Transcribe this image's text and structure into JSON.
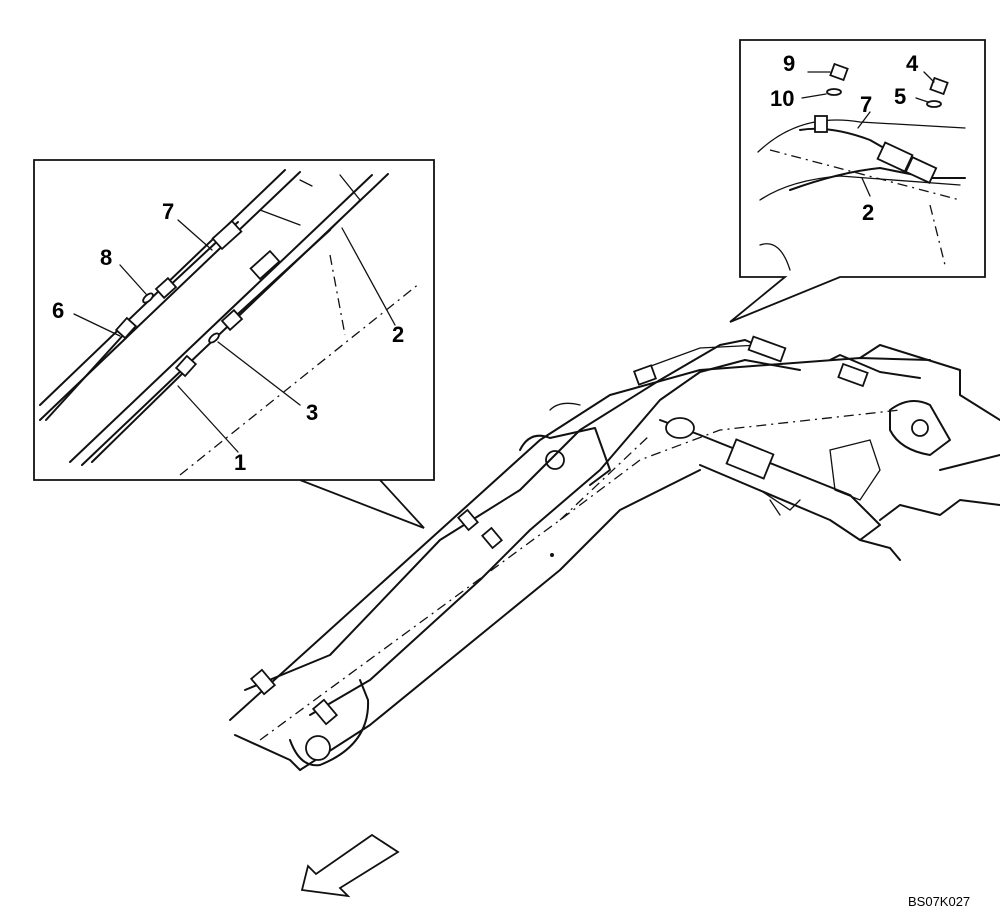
{
  "callouts": {
    "left_detail": {
      "c1": "1",
      "c2": "2",
      "c3": "3",
      "c6": "6",
      "c7": "7",
      "c8": "8"
    },
    "right_detail": {
      "c9": "9",
      "c10": "10",
      "c4": "4",
      "c5": "5",
      "c7": "7",
      "c2": "2"
    }
  },
  "figure_code": "BS07K027"
}
